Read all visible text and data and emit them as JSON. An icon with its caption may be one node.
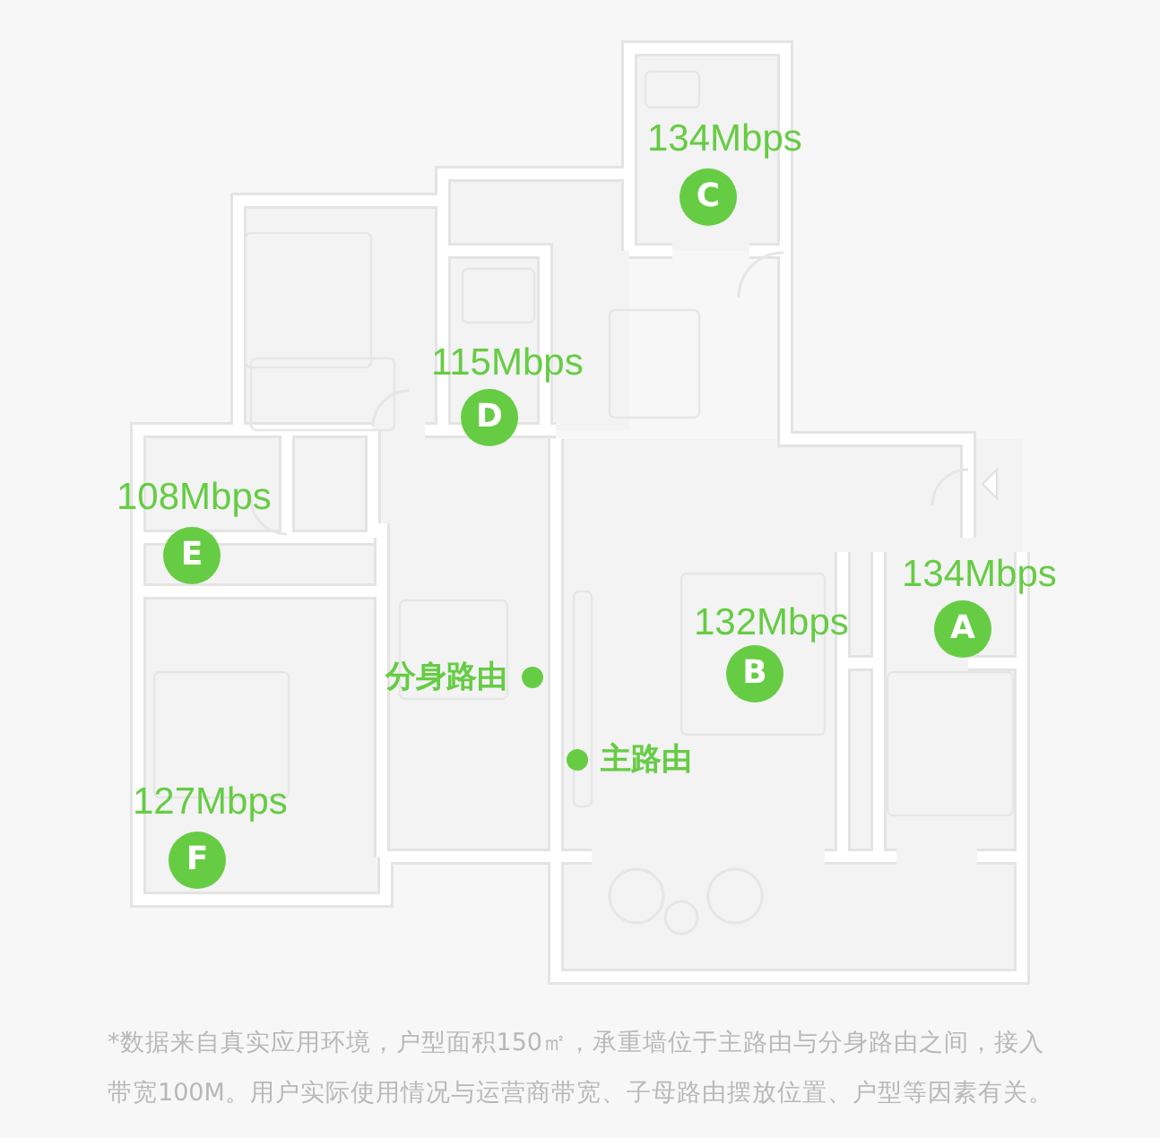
{
  "diagram": {
    "caption": "*数据来自真实应用环境，户型面积150㎡，承重墙位于主路由与分身路由之间，接入带宽100M。用户实际使用情况与运营商带宽、子母路由摆放位置、户型等因素有关。",
    "nodes": [
      {
        "text": [
          "A"
        ],
        "beside": [
          "134Mbps"
        ]
      },
      {
        "text": [
          "B"
        ],
        "beside": [
          "132Mbps"
        ]
      },
      {
        "text": [
          "C"
        ],
        "beside": [
          "134Mbps"
        ]
      },
      {
        "text": [
          "D"
        ],
        "beside": [
          "115Mbps"
        ]
      },
      {
        "text": [
          "E"
        ],
        "beside": [
          "108Mbps"
        ]
      },
      {
        "text": [
          "F"
        ],
        "beside": [
          "127Mbps"
        ]
      },
      {
        "text": [],
        "shape": "circle",
        "beside": [
          "分身路由"
        ]
      },
      {
        "text": [],
        "shape": "circle",
        "beside": [
          "主路由"
        ]
      }
    ]
  }
}
